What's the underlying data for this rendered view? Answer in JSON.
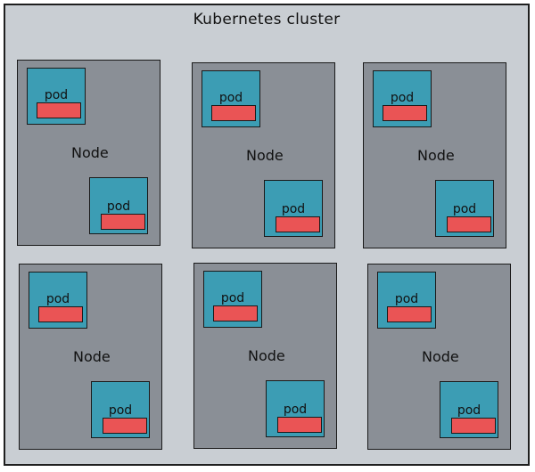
{
  "cluster": {
    "title": "Kubernetes cluster"
  },
  "nodes": [
    {
      "label": "Node",
      "pods": [
        {
          "label": "pod"
        },
        {
          "label": "pod"
        }
      ]
    },
    {
      "label": "Node",
      "pods": [
        {
          "label": "pod"
        },
        {
          "label": "pod"
        }
      ]
    },
    {
      "label": "Node",
      "pods": [
        {
          "label": "pod"
        },
        {
          "label": "pod"
        }
      ]
    },
    {
      "label": "Node",
      "pods": [
        {
          "label": "pod"
        },
        {
          "label": "pod"
        }
      ]
    },
    {
      "label": "Node",
      "pods": [
        {
          "label": "pod"
        },
        {
          "label": "pod"
        }
      ]
    },
    {
      "label": "Node",
      "pods": [
        {
          "label": "pod"
        },
        {
          "label": "pod"
        }
      ]
    }
  ],
  "colors": {
    "cluster_bg": "#c9ced3",
    "node_bg": "#8a8f96",
    "pod_bg": "#3c9db4",
    "container_bg": "#ea5455"
  }
}
